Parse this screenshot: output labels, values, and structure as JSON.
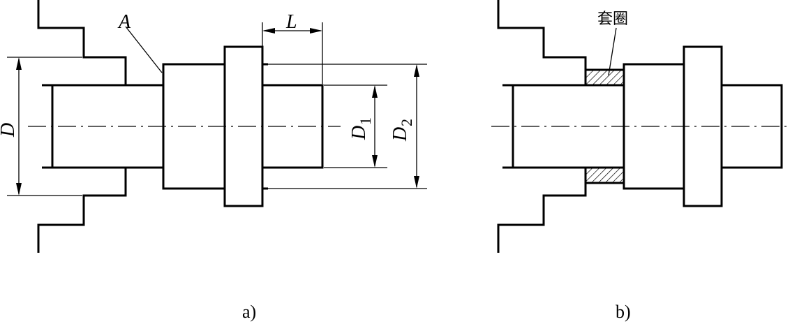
{
  "diagram_a": {
    "caption": "a)",
    "labels": {
      "surface": "A",
      "length": "L",
      "bore_diameter": "D",
      "small_diameter_main": "D",
      "small_diameter_index": "1",
      "large_diameter_main": "D",
      "large_diameter_index": "2"
    }
  },
  "diagram_b": {
    "caption": "b)",
    "labels": {
      "sleeve_ring": "套圈"
    }
  }
}
